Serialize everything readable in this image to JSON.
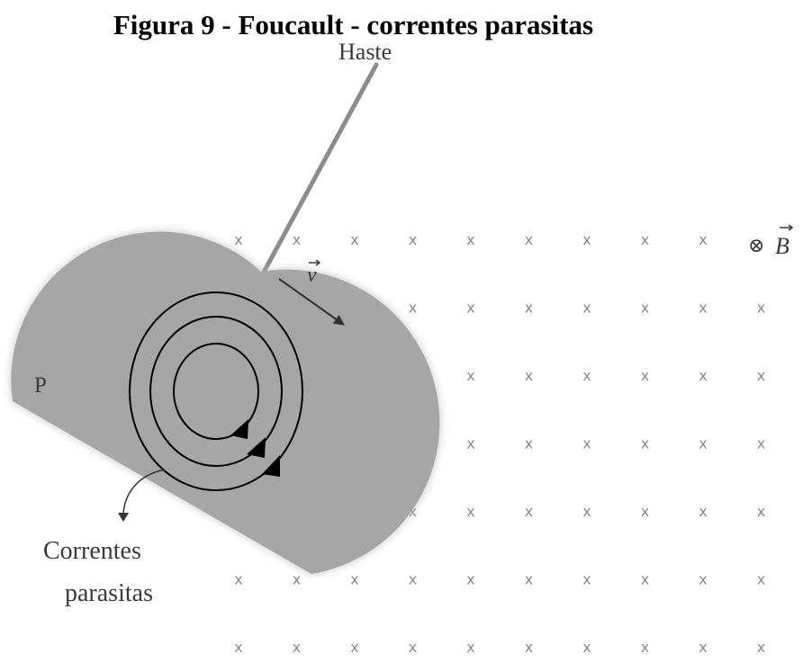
{
  "figure": {
    "title": "Figura 9 - Foucault - correntes parasitas"
  },
  "labels": {
    "haste": "Haste",
    "plate": "P",
    "velocity": "v",
    "field_symbol": "⊗",
    "field": "B",
    "currents_line1": "Correntes",
    "currents_line2": "parasitas"
  },
  "field_marks": {
    "glyph": "x",
    "rows": 7,
    "columns": 10
  },
  "colors": {
    "plate_fill": "#a6a6a6",
    "rod": "#8c8c8c",
    "field_marks": "#8a8a8a",
    "eddy_current_loops": "#000000"
  }
}
